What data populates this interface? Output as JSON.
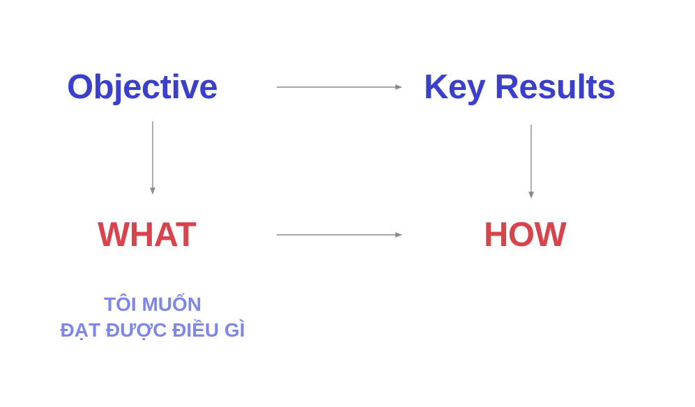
{
  "diagram": {
    "objective": "Objective",
    "key_results": "Key Results",
    "what": "WHAT",
    "how": "HOW",
    "subtitle_line1": "TÔI MUỐN",
    "subtitle_line2": "ĐẠT ĐƯỢC ĐIỀU GÌ"
  },
  "colors": {
    "heading_blue": "#3a3fcd",
    "accent_red": "#d9434b",
    "subtitle_blue": "#7e86e8",
    "arrow_gray": "#8c8c8c"
  }
}
